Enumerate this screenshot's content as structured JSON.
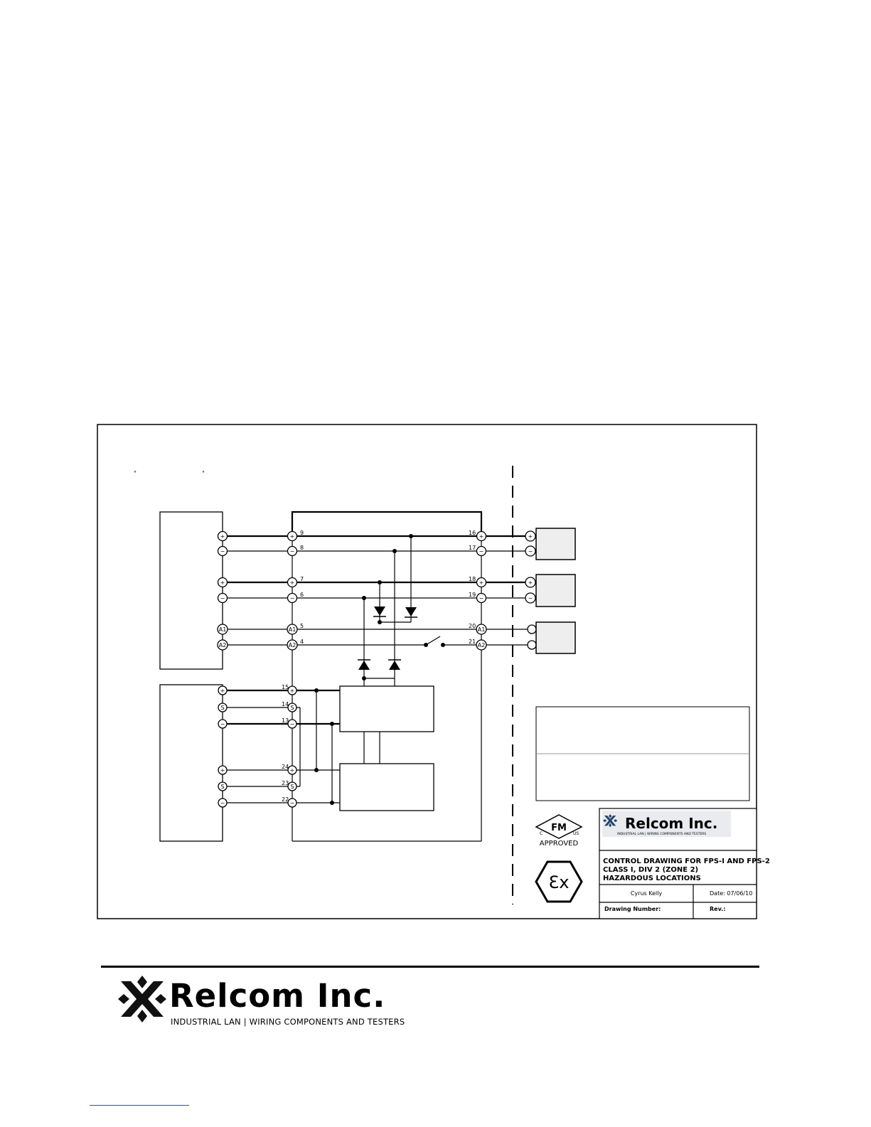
{
  "drawing": {
    "degree_marks": [
      "°",
      "°"
    ],
    "left_terminals_top": [
      "+",
      "−",
      "+",
      "−",
      "A1",
      "A2"
    ],
    "left_terminals_bottom": [
      "+",
      "S",
      "−",
      "+",
      "S",
      "−"
    ],
    "mid_terminals_top": [
      {
        "symbol": "+",
        "number": "9"
      },
      {
        "symbol": "−",
        "number": "8"
      },
      {
        "symbol": "+",
        "number": "7"
      },
      {
        "symbol": "−",
        "number": "6"
      },
      {
        "symbol": "A1",
        "number": "5"
      },
      {
        "symbol": "A2",
        "number": "4"
      }
    ],
    "mid_terminals_bottom": [
      {
        "symbol": "+",
        "number": "15"
      },
      {
        "symbol": "S",
        "number": "14"
      },
      {
        "symbol": "−",
        "number": "13"
      },
      {
        "symbol": "+",
        "number": "24"
      },
      {
        "symbol": "S",
        "number": "23"
      },
      {
        "symbol": "−",
        "number": "22"
      }
    ],
    "right_terminals": [
      {
        "symbol": "+",
        "number": "16"
      },
      {
        "symbol": "−",
        "number": "17"
      },
      {
        "symbol": "+",
        "number": "18"
      },
      {
        "symbol": "−",
        "number": "19"
      },
      {
        "symbol": "A1",
        "number": "20"
      },
      {
        "symbol": "A2",
        "number": "21"
      }
    ],
    "field_terminals": [
      "+",
      "−",
      "+",
      "−"
    ]
  },
  "marks": {
    "fm_c": "C",
    "fm_us": "US",
    "fm_text": "FM",
    "fm_approved": "APPROVED",
    "ex_text": "Ɛx"
  },
  "title_block": {
    "company": "Relcom Inc.",
    "tagline": "INDUSTRIAL LAN | WIRING COMPONENTS AND TESTERS",
    "title_lines": [
      "CONTROL DRAWING FOR FPS-I AND FPS-2",
      "CLASS I, DIV 2 (ZONE 2)",
      "HAZARDOUS LOCATIONS"
    ],
    "drawn_by": "Cyrus Kelly",
    "date": "Date: 07/06/10",
    "drawing_number_label": "Drawing Number:",
    "rev_label": "Rev.:"
  },
  "footer": {
    "company": "Relcom Inc.",
    "tagline": "INDUSTRIAL LAN | WIRING COMPONENTS AND TESTERS"
  }
}
